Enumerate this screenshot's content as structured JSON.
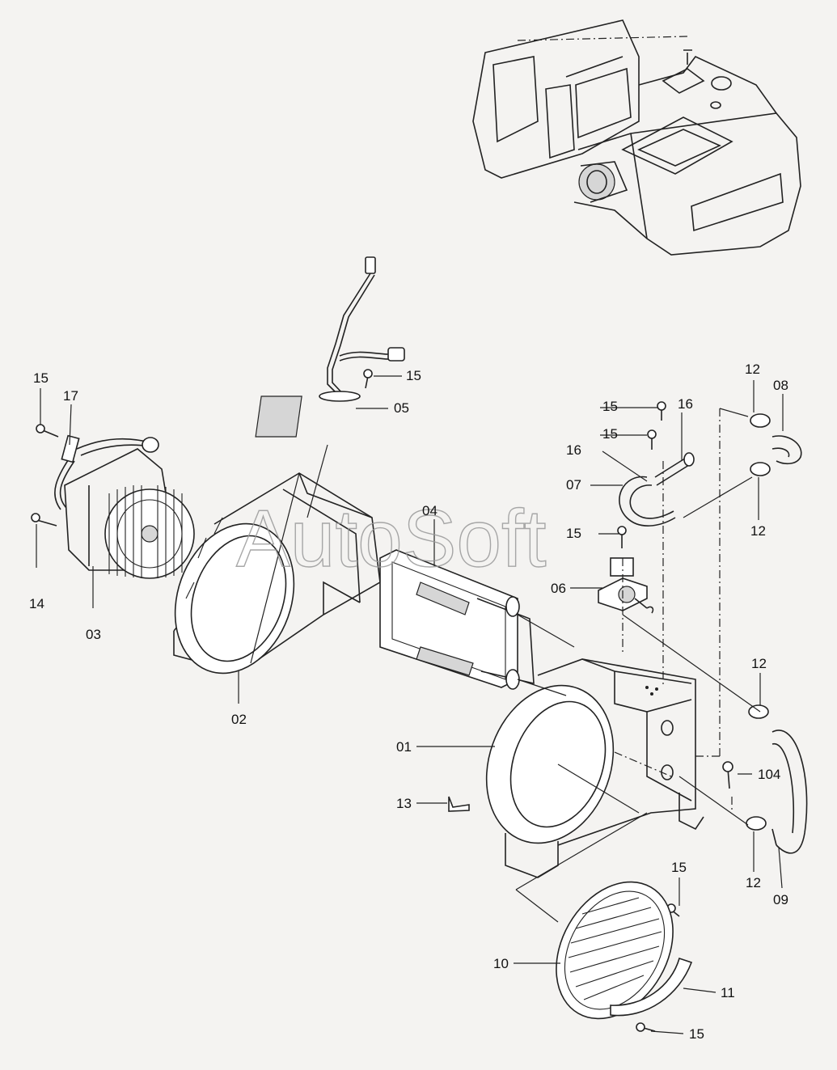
{
  "watermark": "AutoSoft",
  "callouts": {
    "c01": "01",
    "c02": "02",
    "c03": "03",
    "c04": "04",
    "c05": "05",
    "c06": "06",
    "c07": "07",
    "c08": "08",
    "c09": "09",
    "c10": "10",
    "c11": "11",
    "c12a": "12",
    "c12b": "12",
    "c12c": "12",
    "c12d": "12",
    "c13": "13",
    "c14": "14",
    "c15a": "15",
    "c15b": "15",
    "c15c": "15",
    "c15d": "15",
    "c15e": "15",
    "c15f": "15",
    "c15g": "15",
    "c16a": "16",
    "c16b": "16",
    "c17": "17",
    "c104": "104"
  },
  "colors": {
    "line": "#222222",
    "paper": "#f4f3f1",
    "watermark": "#999999"
  }
}
